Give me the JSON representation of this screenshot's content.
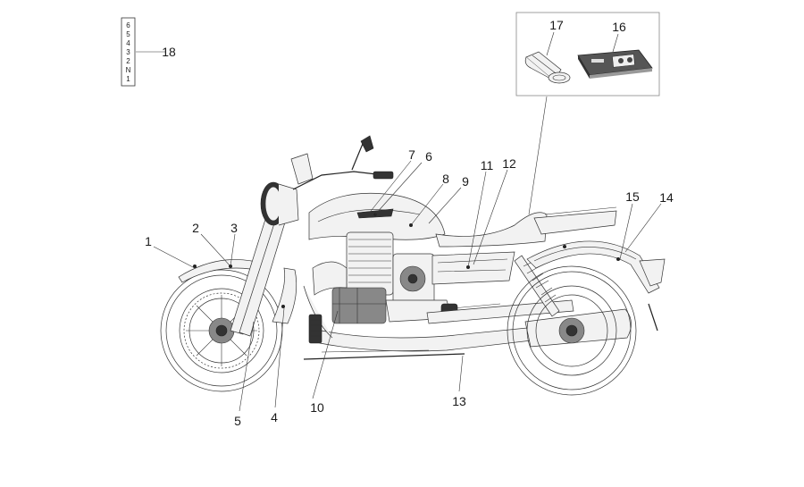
{
  "gear_indicator": [
    "6",
    "5",
    "4",
    "3",
    "2",
    "N",
    "1"
  ],
  "callouts": [
    {
      "id": "c1",
      "text": "1"
    },
    {
      "id": "c2",
      "text": "2"
    },
    {
      "id": "c3",
      "text": "3"
    },
    {
      "id": "c4",
      "text": "4"
    },
    {
      "id": "c5",
      "text": "5"
    },
    {
      "id": "c6",
      "text": "6"
    },
    {
      "id": "c7",
      "text": "7"
    },
    {
      "id": "c8",
      "text": "8"
    },
    {
      "id": "c9",
      "text": "9"
    },
    {
      "id": "c10",
      "text": "10"
    },
    {
      "id": "c11",
      "text": "11"
    },
    {
      "id": "c12",
      "text": "12"
    },
    {
      "id": "c13",
      "text": "13"
    },
    {
      "id": "c14",
      "text": "14"
    },
    {
      "id": "c15",
      "text": "15"
    },
    {
      "id": "c16",
      "text": "16"
    },
    {
      "id": "c17",
      "text": "17"
    },
    {
      "id": "c18",
      "text": "18"
    }
  ]
}
